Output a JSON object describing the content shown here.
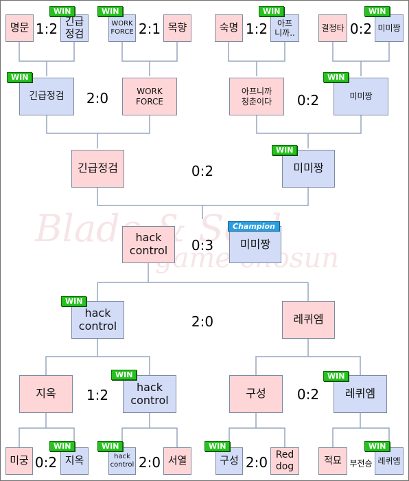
{
  "watermark": {
    "line1": "Blade & Soul",
    "line2": "game chosun"
  },
  "badges": {
    "win": "WIN",
    "champion": "Champion"
  },
  "teams": {
    "myeongmun": "명문",
    "emergency1": "긴급\n정검",
    "workforce1": "WORK\nFORCE",
    "mokhyang": "목향",
    "sukmyeong": "숙명",
    "apeuni1": "아프\n니까..",
    "gyeoljeongta": "결정타",
    "mimi1": "미미짱",
    "emergency2": "긴급정검",
    "workforce2": "WORK\nFORCE",
    "apeuni2": "아프니까\n청춘이다",
    "mimi2": "미미짱",
    "emergency3": "긴급정검",
    "mimi3": "미미짱",
    "hack1": "hack\ncontrol",
    "mimi_champion": "미미짱",
    "hack2": "hack\ncontrol",
    "requiem2": "레퀴엠",
    "jiok2": "지옥",
    "hack3": "hack\ncontrol",
    "guseong2": "구성",
    "requiem3": "레퀴엠",
    "migung": "미궁",
    "jiok1": "지옥",
    "hack4": "hack\ncontrol",
    "seoyeol": "서열",
    "guseong1": "구성",
    "reddog": "Red\ndog",
    "jeongmyo": "적묘",
    "bujeonseung": "부전승",
    "requiem1": "레퀴엠"
  },
  "scores": {
    "t1": "1:2",
    "t2": "2:1",
    "t3": "1:2",
    "t4": "0:2",
    "t5": "2:0",
    "t6": "0:2",
    "t7": "0:2",
    "final": "0:3",
    "b7": "2:0",
    "b5": "1:2",
    "b6": "0:2",
    "b1": "0:2",
    "b2": "2:0",
    "b3": "2:0"
  }
}
